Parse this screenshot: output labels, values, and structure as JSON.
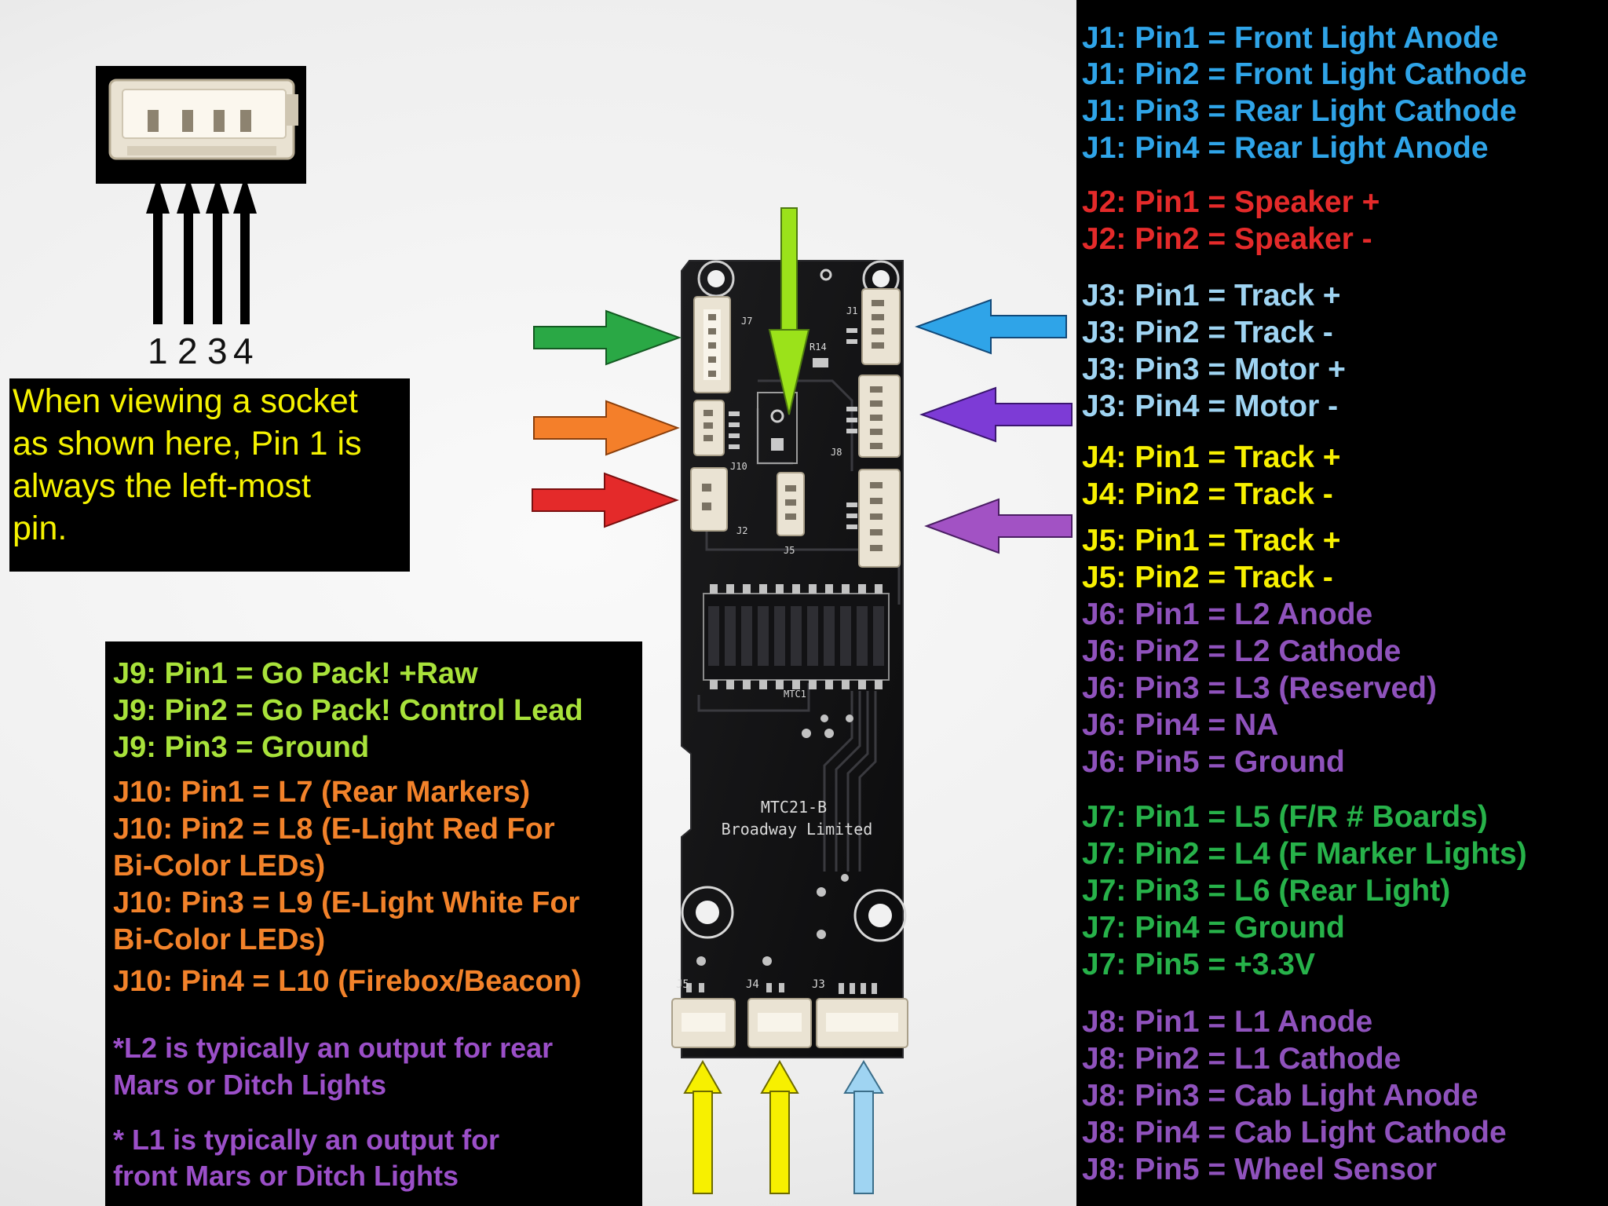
{
  "socket_diagram": {
    "pin_numbers": [
      "1",
      "2",
      "3",
      "4"
    ],
    "note_lines": [
      "When viewing a socket",
      "as shown here, Pin 1 is",
      "always the left-most",
      "pin."
    ]
  },
  "board": {
    "name": "MTC21-B",
    "maker": "Broadway Limited",
    "labels": {
      "j1": "J1",
      "j7": "J7",
      "j10": "J10",
      "j2": "J2",
      "j5_center": "J5",
      "j8": "J8",
      "r14": "R14",
      "mtc1": "MTC1",
      "j5_bottom": "J5",
      "j4": "J4",
      "j3": "J3"
    }
  },
  "colors": {
    "j1": "#2fa4e8",
    "j2": "#e42a2a",
    "j3": "#9fd4f2",
    "j4_j5": "#f7f000",
    "j6_j8": "#8f52bc",
    "j7": "#27b24a",
    "j9": "#a8e23a",
    "j10": "#f2822a",
    "notes": "#9b4fc8",
    "arrow_j5": "#a252c4",
    "arrow_j8": "#7d3bd6",
    "arrow_j9": "#9be21a"
  },
  "right_legend": [
    {
      "id": "j1-pin1",
      "text": "J1: Pin1 = Front Light Anode",
      "color": "#2fa4e8"
    },
    {
      "id": "j1-pin2",
      "text": "J1: Pin2 = Front Light Cathode",
      "color": "#2fa4e8"
    },
    {
      "id": "j1-pin3",
      "text": "J1: Pin3 = Rear Light Cathode",
      "color": "#2fa4e8"
    },
    {
      "id": "j1-pin4",
      "text": "J1: Pin4 = Rear Light Anode",
      "color": "#2fa4e8"
    },
    {
      "id": "j2-pin1",
      "text": "J2: Pin1 = Speaker +",
      "color": "#e42a2a"
    },
    {
      "id": "j2-pin2",
      "text": "J2: Pin2 = Speaker -",
      "color": "#e42a2a"
    },
    {
      "id": "j3-pin1",
      "text": "J3: Pin1 = Track +",
      "color": "#9fd4f2"
    },
    {
      "id": "j3-pin2",
      "text": "J3: Pin2 = Track -",
      "color": "#9fd4f2"
    },
    {
      "id": "j3-pin3",
      "text": "J3: Pin3 = Motor +",
      "color": "#9fd4f2"
    },
    {
      "id": "j3-pin4",
      "text": "J3: Pin4 = Motor -",
      "color": "#9fd4f2"
    },
    {
      "id": "j4-pin1",
      "text": "J4: Pin1 = Track +",
      "color": "#f7f000"
    },
    {
      "id": "j4-pin2",
      "text": "J4: Pin2 = Track -",
      "color": "#f7f000"
    },
    {
      "id": "j5-pin1",
      "text": "J5: Pin1 = Track +",
      "color": "#f7f000"
    },
    {
      "id": "j5-pin2",
      "text": "J5: Pin2 = Track -",
      "color": "#f7f000"
    },
    {
      "id": "j6-pin1",
      "text": "J6: Pin1 = L2 Anode",
      "color": "#8f52bc"
    },
    {
      "id": "j6-pin2",
      "text": "J6: Pin2 = L2 Cathode",
      "color": "#8f52bc"
    },
    {
      "id": "j6-pin3",
      "text": "J6: Pin3 = L3 (Reserved)",
      "color": "#8f52bc"
    },
    {
      "id": "j6-pin4",
      "text": "J6: Pin4 = NA",
      "color": "#8f52bc"
    },
    {
      "id": "j6-pin5",
      "text": "J6: Pin5 = Ground",
      "color": "#8f52bc"
    },
    {
      "id": "j7-pin1",
      "text": "J7: Pin1 = L5 (F/R # Boards)",
      "color": "#27b24a"
    },
    {
      "id": "j7-pin2",
      "text": "J7: Pin2 = L4 (F Marker Lights)",
      "color": "#27b24a"
    },
    {
      "id": "j7-pin3",
      "text": "J7: Pin3 = L6 (Rear Light)",
      "color": "#27b24a"
    },
    {
      "id": "j7-pin4",
      "text": "J7: Pin4 = Ground",
      "color": "#27b24a"
    },
    {
      "id": "j7-pin5",
      "text": "J7: Pin5 = +3.3V",
      "color": "#27b24a"
    },
    {
      "id": "j8-pin1",
      "text": "J8: Pin1 = L1 Anode",
      "color": "#8f52bc"
    },
    {
      "id": "j8-pin2",
      "text": "J8: Pin2 = L1 Cathode",
      "color": "#8f52bc"
    },
    {
      "id": "j8-pin3",
      "text": "J8: Pin3 = Cab Light Anode",
      "color": "#8f52bc"
    },
    {
      "id": "j8-pin4",
      "text": "J8: Pin4 = Cab Light Cathode",
      "color": "#8f52bc"
    },
    {
      "id": "j8-pin5",
      "text": "J8: Pin5 = Wheel Sensor",
      "color": "#8f52bc"
    }
  ],
  "left_legend": [
    {
      "id": "j9-pin1",
      "text": "J9: Pin1 = Go Pack! +Raw",
      "color": "#a8e23a"
    },
    {
      "id": "j9-pin2",
      "text": "J9: Pin2 = Go Pack! Control Lead",
      "color": "#a8e23a"
    },
    {
      "id": "j9-pin3",
      "text": "J9: Pin3 = Ground",
      "color": "#a8e23a"
    },
    {
      "id": "j10-pin1",
      "text": "J10: Pin1 = L7 (Rear Markers)",
      "color": "#f2822a"
    },
    {
      "id": "j10-pin2-a",
      "text": "J10: Pin2 = L8 (E-Light Red For",
      "color": "#f2822a"
    },
    {
      "id": "j10-pin2-b",
      "text": "Bi-Color LEDs)",
      "color": "#f2822a"
    },
    {
      "id": "j10-pin3-a",
      "text": "J10: Pin3 = L9 (E-Light White For",
      "color": "#f2822a"
    },
    {
      "id": "j10-pin3-b",
      "text": "Bi-Color LEDs)",
      "color": "#f2822a"
    },
    {
      "id": "j10-pin4",
      "text": "J10: Pin4 = L10 (Firebox/Beacon)",
      "color": "#f2822a"
    },
    {
      "id": "note-l2-a",
      "text": "*L2 is typically an output for rear",
      "color": "#9b4fc8"
    },
    {
      "id": "note-l2-b",
      "text": "Mars or Ditch Lights",
      "color": "#9b4fc8"
    },
    {
      "id": "note-l1-a",
      "text": "* L1 is typically an output for",
      "color": "#9b4fc8"
    },
    {
      "id": "note-l1-b",
      "text": "front Mars or Ditch Lights",
      "color": "#9b4fc8"
    }
  ]
}
